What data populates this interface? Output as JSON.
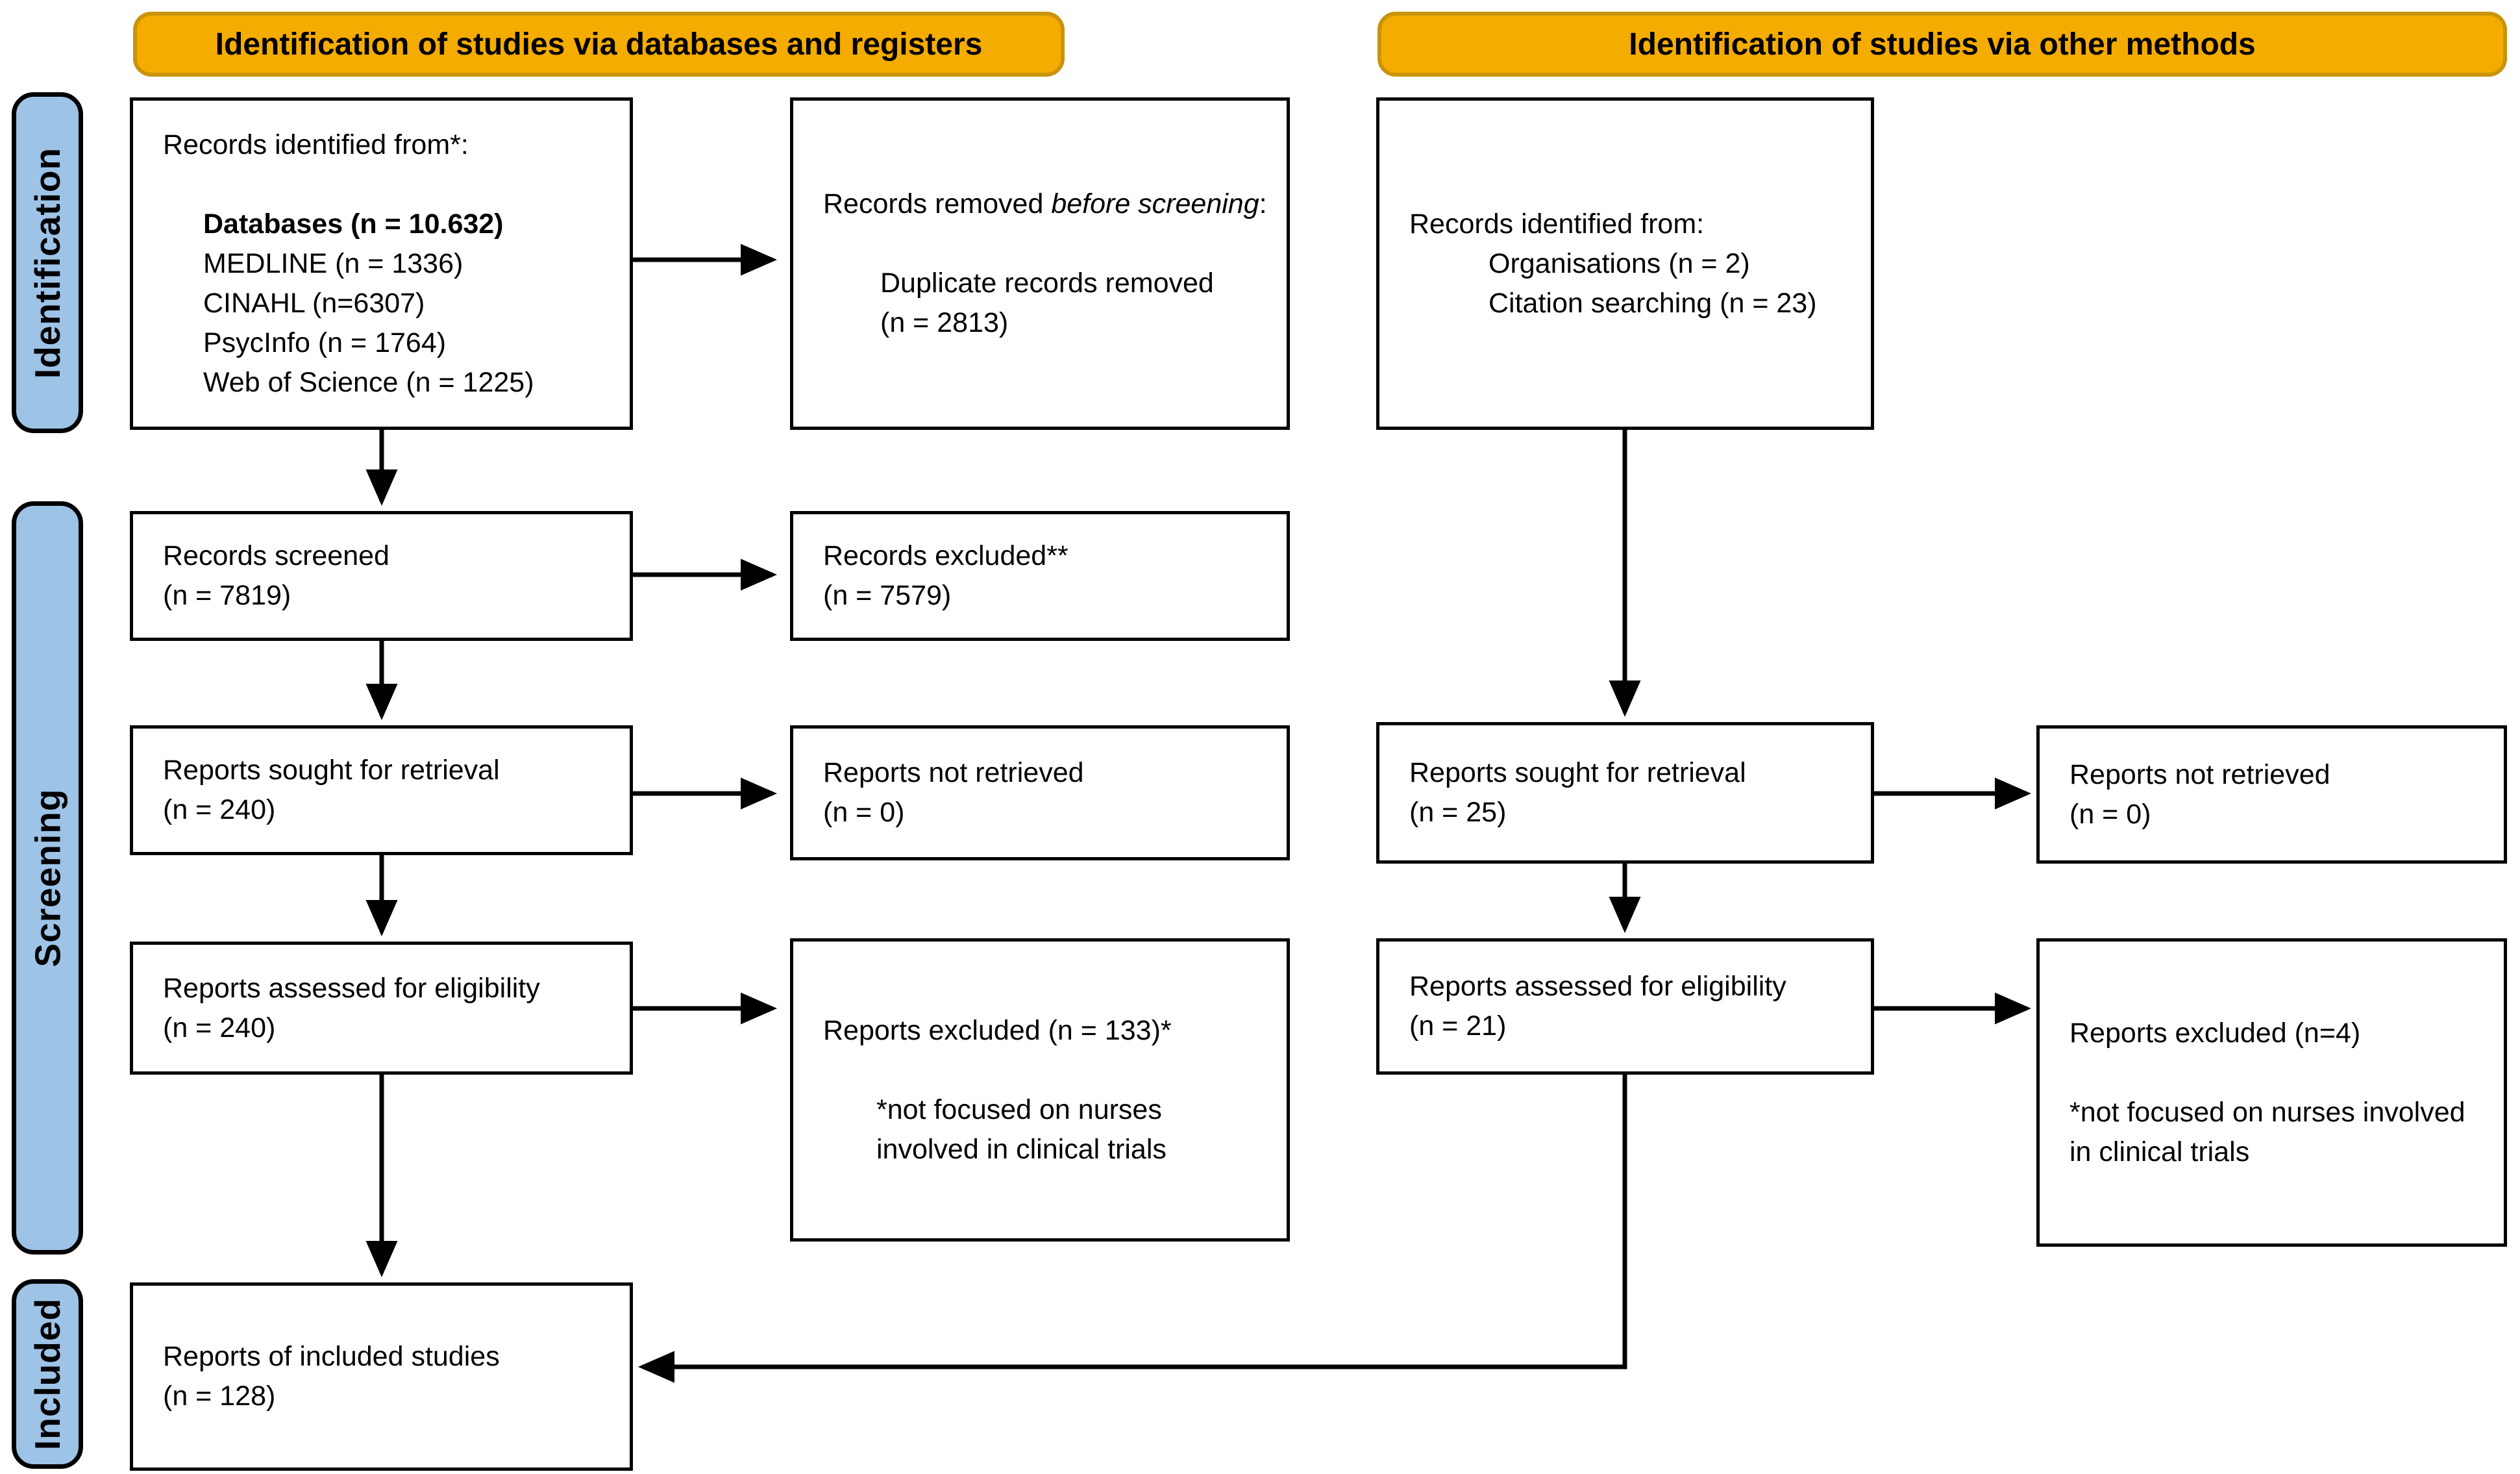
{
  "banners": {
    "left": "Identification of studies via databases and registers",
    "right": "Identification of studies via other methods"
  },
  "stage_labels": {
    "identification": "Identification",
    "screening": "Screening",
    "included": "Included"
  },
  "colors": {
    "banner_fill": "#F5AC00",
    "banner_border": "#C9940A",
    "stage_fill": "#9DC3E6",
    "box_border": "#000000",
    "arrow": "#000000"
  },
  "boxes": {
    "records_identified_db": {
      "line1": "Records identified from*:",
      "databases": "Databases (n = 10.632)",
      "medline": "MEDLINE (n = 1336)",
      "cinahl": "CINAHL (n=6307)",
      "psycinfo": "PsycInfo (n = 1764)",
      "web_of_science": "Web of Science (n = 1225)"
    },
    "records_removed": {
      "prefix": "Records removed ",
      "italic": "before screening",
      "suffix": ":",
      "detail": "Duplicate records removed",
      "detail_n": "(n = 2813)"
    },
    "records_identified_other": {
      "line1": "Records identified from:",
      "organisations": "Organisations (n = 2)",
      "citation_searching": "Citation searching (n = 23)"
    },
    "records_screened": {
      "line1": "Records screened",
      "line2": "(n = 7819)"
    },
    "records_excluded": {
      "line1": "Records excluded**",
      "line2": "(n = 7579)"
    },
    "reports_sought_db": {
      "line1": "Reports sought for retrieval",
      "line2": "(n = 240)"
    },
    "reports_not_retrieved_db": {
      "line1": "Reports not retrieved",
      "line2": "(n = 0)"
    },
    "reports_sought_other": {
      "line1": "Reports sought for retrieval",
      "line2": "(n = 25)"
    },
    "reports_not_retrieved_other": {
      "line1": "Reports not retrieved",
      "line2": "(n = 0)"
    },
    "reports_assessed_db": {
      "line1": "Reports assessed for eligibility",
      "line2": "(n = 240)"
    },
    "reports_excluded_db": {
      "line1": "Reports excluded (n = 133)*",
      "note1": "*not focused on nurses",
      "note2": "involved in clinical trials"
    },
    "reports_assessed_other": {
      "line1": "Reports assessed for eligibility",
      "line2": "(n = 21)"
    },
    "reports_excluded_other": {
      "line1": "Reports excluded (n=4)",
      "note1": "*not focused on nurses involved",
      "note2": "in clinical trials"
    },
    "included_reports": {
      "line1": "Reports of included studies",
      "line2": "(n = 128)"
    }
  }
}
